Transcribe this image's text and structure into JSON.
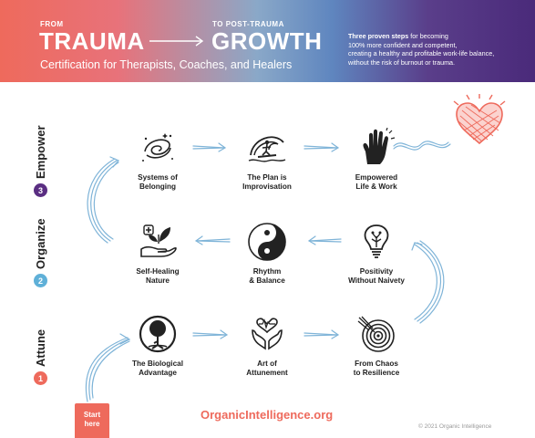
{
  "header": {
    "from": "FROM",
    "trauma": "TRAUMA",
    "to_post": "TO POST-TRAUMA",
    "growth": "GROWTH",
    "certification": "Certification for Therapists, Coaches, and Healers",
    "desc_bold": "Three proven steps",
    "desc_rest_1": " for becoming",
    "desc_line2": "100% more confident and competent,",
    "desc_line3": "creating a healthy and profitable work-life balance,",
    "desc_line4": "without the risk of burnout or trauma."
  },
  "stages": [
    {
      "num": "3",
      "label": "Empower",
      "color": "#5a2e82"
    },
    {
      "num": "2",
      "label": "Organize",
      "color": "#5fb0d8"
    },
    {
      "num": "1",
      "label": "Attune",
      "color": "#ee6a5c"
    }
  ],
  "nodes": {
    "systems": {
      "l1": "Systems of",
      "l2": "Belonging",
      "icon": "galaxy-icon"
    },
    "plan": {
      "l1": "The Plan is",
      "l2": "Improvisation",
      "icon": "surfer-wave-icon"
    },
    "empowered": {
      "l1": "Empowered",
      "l2": "Life & Work",
      "icon": "raised-hand-icon"
    },
    "selfhealing": {
      "l1": "Self-Healing",
      "l2": "Nature",
      "icon": "plant-hand-icon"
    },
    "rhythm": {
      "l1": "Rhythm",
      "l2": "& Balance",
      "icon": "yin-yang-icon"
    },
    "positivity": {
      "l1": "Positivity",
      "l2": "Without Naivety",
      "icon": "lightbulb-icon"
    },
    "biological": {
      "l1": "The Biological",
      "l2": "Advantage",
      "icon": "tree-circle-icon"
    },
    "attunement": {
      "l1": "Art of",
      "l2": "Attunement",
      "icon": "heart-hands-icon"
    },
    "chaos": {
      "l1": "From Chaos",
      "l2": "to Resilience",
      "icon": "spiral-icon"
    }
  },
  "footer": {
    "start_l1": "Start",
    "start_l2": "here",
    "url": "OrganicIntelligence.org",
    "copyright": "© 2021 Organic Intelligence"
  },
  "colors": {
    "accent": "#ee6a5c",
    "arrow": "#7fb4d8",
    "purple": "#5a2e82"
  }
}
